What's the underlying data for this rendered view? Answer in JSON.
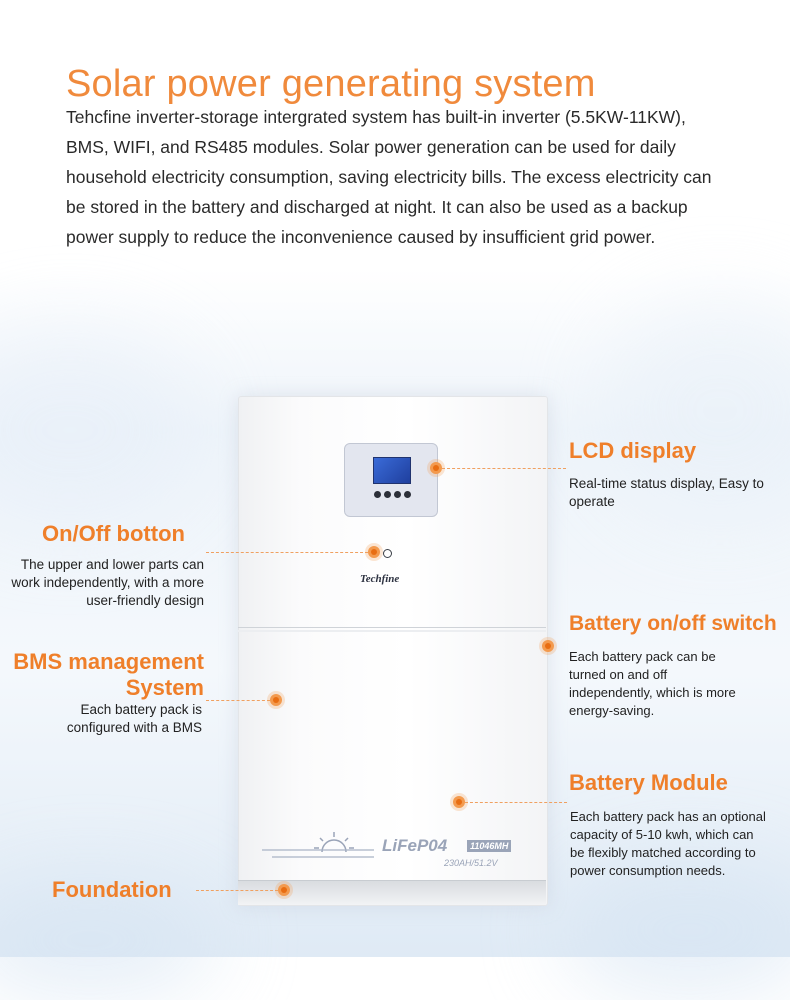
{
  "title": "Solar power generating system",
  "intro": "Tehcfine inverter-storage intergrated system has built-in inverter (5.5KW-11KW), BMS, WIFI, and RS485 modules. Solar power generation can be used for daily household electricity consumption, saving electricity bills. The excess electricity can be stored in the battery and discharged at night. It can also be used as a backup power supply to reduce the inconvenience caused by insufficient grid power.",
  "product": {
    "brand": "Techfine",
    "battery_label": "LiFeP04",
    "battery_tag": "11046MH",
    "battery_spec": "230AH/51.2V"
  },
  "callouts": {
    "lcd": {
      "title": "LCD display",
      "desc": "Real-time status display, Easy to operate"
    },
    "onoff": {
      "title": "On/Off botton",
      "desc": "The upper and lower parts can work independently, with a more user-friendly design"
    },
    "battery_switch": {
      "title": "Battery on/off switch",
      "desc": "Each battery pack can be turned on and off independently, which is more energy-saving."
    },
    "bms": {
      "title_line1": "BMS management",
      "title_line2": "System",
      "desc": "Each battery pack is configured with a BMS"
    },
    "module": {
      "title": "Battery Module",
      "desc": "Each battery pack has an optional capacity of 5-10 kwh, which can be flexibly matched according to power consumption needs."
    },
    "foundation": {
      "title": "Foundation"
    }
  },
  "colors": {
    "accent": "#ef7f2a",
    "text": "#222222"
  }
}
